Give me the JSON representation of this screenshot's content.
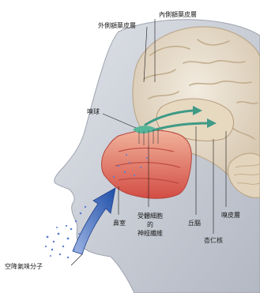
{
  "labels": {
    "medial_cortex": "內側額葉皮層",
    "lateral_cortex": "外側額葉皮層",
    "olfactory_bulb": "嗅球",
    "nasal_cavity": "鼻室",
    "receptor_neurons": [
      "受體細胞",
      "的",
      "神經纖維"
    ],
    "thalamus": "丘腦",
    "olfactory_cortex": "嗅皮層",
    "amygdala": "杏仁核",
    "odor_molecules": "空降氣味分子"
  },
  "colors": {
    "skin": "#c9ccd4",
    "skin_shade": "#a9adb8",
    "brain": "#e9dfcf",
    "brain_fold": "#c8b79e",
    "nasal": "#d9574b",
    "nasal_light": "#eda38f",
    "airflow": "#2f5fb6",
    "particles": "#5b7fd0",
    "pathway": "#3f9a86"
  }
}
